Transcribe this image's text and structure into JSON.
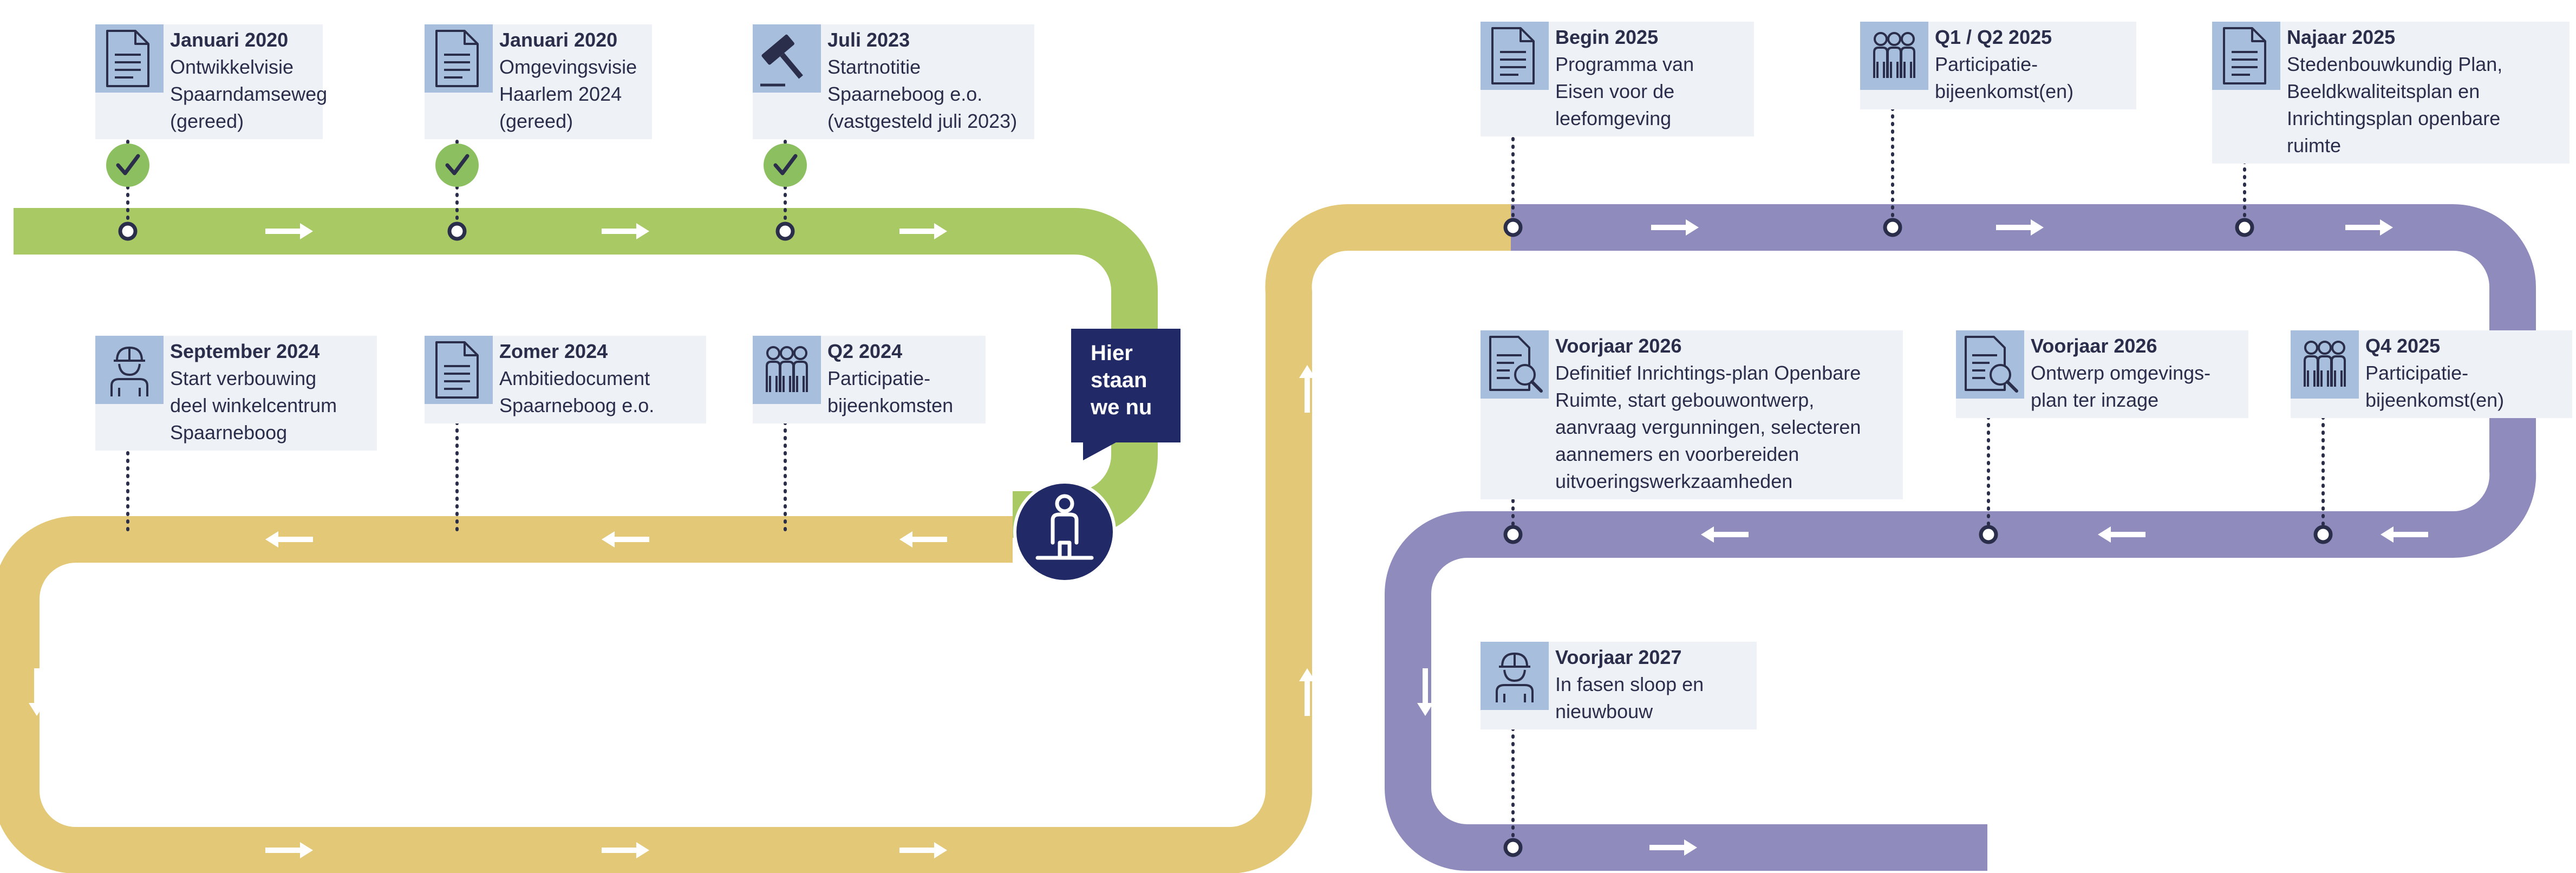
{
  "colors": {
    "green": "#a9c965",
    "yellow": "#e3c877",
    "purple": "#8f8cbd",
    "navy": "#212966",
    "check": "#8cbf5f",
    "cardBg": "#eef1f6",
    "iconBg": "#a7bfdc"
  },
  "current": {
    "lines": [
      "Hier",
      "staan",
      "we nu"
    ]
  },
  "milestones": [
    {
      "title": "Januari 2020",
      "lines": [
        "Ontwikkelvisie",
        "Spaarndamseweg",
        "(gereed)"
      ],
      "icon": "document-icon",
      "done": true
    },
    {
      "title": "Januari 2020",
      "lines": [
        "Omgevingsvisie",
        "Haarlem 2024",
        "(gereed)"
      ],
      "icon": "document-icon",
      "done": true
    },
    {
      "title": "Juli 2023",
      "lines": [
        "Startnotitie",
        "Spaarneboog e.o.",
        "(vastgesteld juli 2023)"
      ],
      "icon": "gavel-icon",
      "done": true
    },
    {
      "title": "September 2024",
      "lines": [
        "Start verbouwing",
        "deel winkelcentrum",
        "Spaarneboog"
      ],
      "icon": "worker-icon",
      "done": false
    },
    {
      "title": "Zomer 2024",
      "lines": [
        "Ambitiedocument",
        "Spaarneboog e.o."
      ],
      "icon": "document-icon",
      "done": false
    },
    {
      "title": "Q2 2024",
      "lines": [
        "Participatie-",
        "bijeenkomsten"
      ],
      "icon": "people-icon",
      "done": false
    },
    {
      "title": "Begin 2025",
      "lines": [
        "Programma van",
        "Eisen voor de",
        "leefomgeving"
      ],
      "icon": "document-icon",
      "done": false
    },
    {
      "title": "Q1 / Q2 2025",
      "lines": [
        "Participatie-",
        "bijeenkomst(en)"
      ],
      "icon": "people-icon",
      "done": false
    },
    {
      "title": "Najaar 2025",
      "lines": [
        "Stedenbouwkundig Plan,",
        "Beeldkwaliteitsplan en",
        "Inrichtingsplan openbare",
        "ruimte"
      ],
      "icon": "document-icon",
      "done": false
    },
    {
      "title": "Voorjaar 2026",
      "lines": [
        "Definitief Inrichtings-plan Openbare",
        "Ruimte, start gebouwontwerp,",
        "aanvraag vergunningen, selecteren",
        "aannemers en voorbereiden",
        "uitvoeringswerkzaamheden"
      ],
      "icon": "document-search-icon",
      "done": false
    },
    {
      "title": "Voorjaar 2026",
      "lines": [
        "Ontwerp omgevings-",
        "plan ter inzage"
      ],
      "icon": "document-search-icon",
      "done": false
    },
    {
      "title": "Q4 2025",
      "lines": [
        "Participatie-",
        "bijeenkomst(en)"
      ],
      "icon": "people-icon",
      "done": false
    },
    {
      "title": "Voorjaar 2027",
      "lines": [
        "In fasen sloop en",
        "nieuwbouw"
      ],
      "icon": "worker-icon",
      "done": false
    }
  ]
}
